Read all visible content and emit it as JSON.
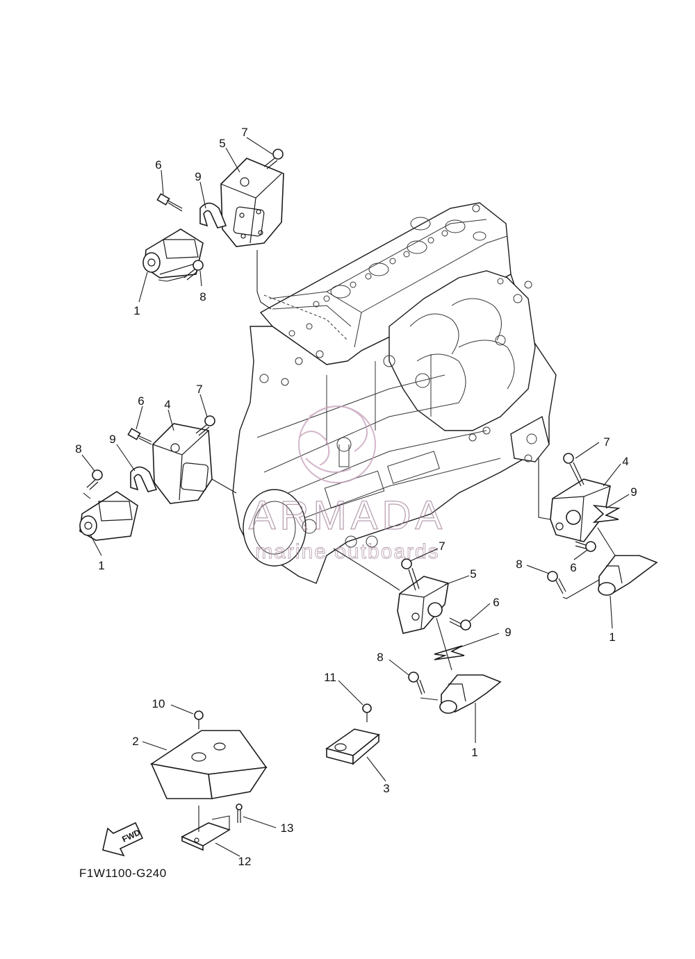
{
  "diagram": {
    "code": "F1W1100-G240",
    "watermark": {
      "brand": "ARMADA",
      "tagline": "marine outboards"
    },
    "fwd_label": "FWD",
    "callouts": [
      {
        "id": "c-tl-7",
        "label": "7"
      },
      {
        "id": "c-tl-5",
        "label": "5"
      },
      {
        "id": "c-tl-6",
        "label": "6"
      },
      {
        "id": "c-tl-9",
        "label": "9"
      },
      {
        "id": "c-tl-8",
        "label": "8"
      },
      {
        "id": "c-tl-1",
        "label": "1"
      },
      {
        "id": "c-ml-6",
        "label": "6"
      },
      {
        "id": "c-ml-4",
        "label": "4"
      },
      {
        "id": "c-ml-7",
        "label": "7"
      },
      {
        "id": "c-ml-8",
        "label": "8"
      },
      {
        "id": "c-ml-9",
        "label": "9"
      },
      {
        "id": "c-ml-1",
        "label": "1"
      },
      {
        "id": "c-r-7",
        "label": "7"
      },
      {
        "id": "c-r-4",
        "label": "4"
      },
      {
        "id": "c-r-9",
        "label": "9"
      },
      {
        "id": "c-r-6",
        "label": "6"
      },
      {
        "id": "c-r-8",
        "label": "8"
      },
      {
        "id": "c-r-1",
        "label": "1"
      },
      {
        "id": "c-c-7",
        "label": "7"
      },
      {
        "id": "c-c-5",
        "label": "5"
      },
      {
        "id": "c-c-6",
        "label": "6"
      },
      {
        "id": "c-c-9",
        "label": "9"
      },
      {
        "id": "c-c-8",
        "label": "8"
      },
      {
        "id": "c-c-1",
        "label": "1"
      },
      {
        "id": "c-b-11",
        "label": "11"
      },
      {
        "id": "c-b-3",
        "label": "3"
      },
      {
        "id": "c-b-10",
        "label": "10"
      },
      {
        "id": "c-b-2",
        "label": "2"
      },
      {
        "id": "c-b-13",
        "label": "13"
      },
      {
        "id": "c-b-12",
        "label": "12"
      }
    ]
  }
}
